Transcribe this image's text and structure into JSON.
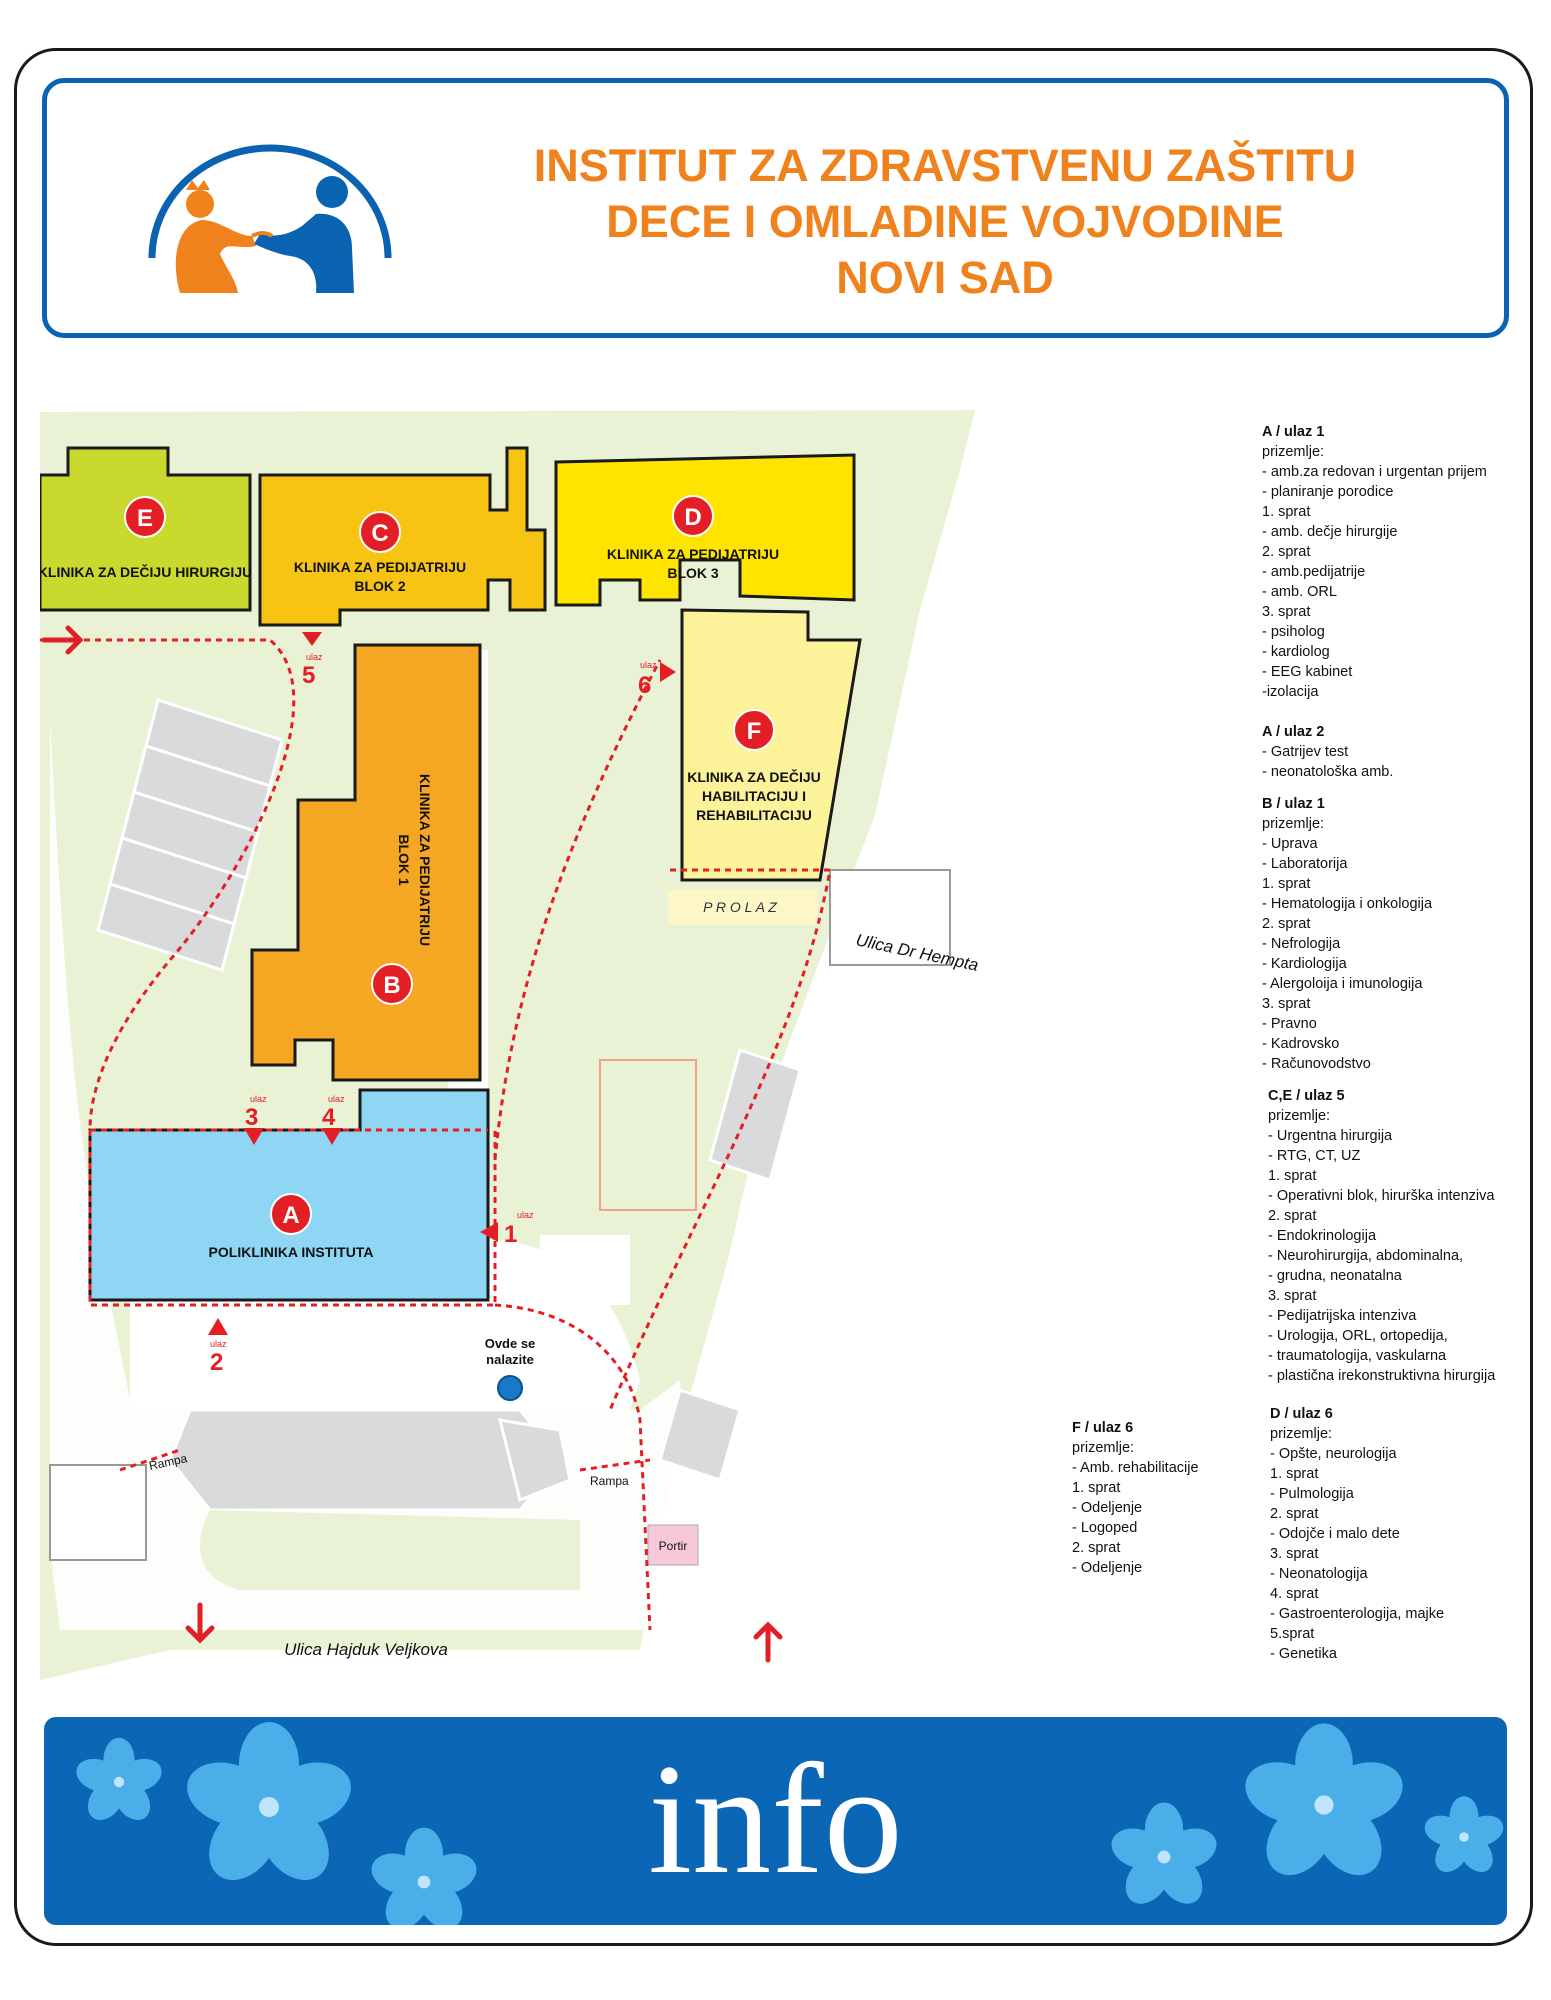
{
  "header": {
    "title_lines": [
      "INSTITUT ZA ZDRAVSTVENU ZAŠTITU",
      "DECE I OMLADINE VOJVODINE",
      "NOVI SAD"
    ]
  },
  "colors": {
    "title_orange": "#f0821e",
    "frame_blue": "#0a63b0",
    "route_red": "#e31e24",
    "building_A": "#8fd6f5",
    "building_B": "#f5a623",
    "building_C": "#f8c414",
    "building_D": "#ffe400",
    "building_E": "#c9d92e",
    "building_F": "#fbf29a",
    "lawn": "#eaf2d6",
    "parking": "#d9dadb",
    "portir_pink": "#f7c8d8"
  },
  "buildings": [
    {
      "letter": "E",
      "name_lines": [
        "KLINIKA ZA DEČIJU HIRURGIJU"
      ]
    },
    {
      "letter": "C",
      "name_lines": [
        "KLINIKA ZA PEDIJATRIJU",
        "BLOK 2"
      ]
    },
    {
      "letter": "D",
      "name_lines": [
        "KLINIKA ZA PEDIJATRIJU",
        "BLOK 3"
      ]
    },
    {
      "letter": "F",
      "name_lines": [
        "KLINIKA ZA DEČIJU",
        "HABILITACIJU I",
        "REHABILITACIJU"
      ]
    },
    {
      "letter": "B",
      "name_lines": [
        "KLINIKA ZA PEDIJATRIJU",
        "BLOK 1"
      ]
    },
    {
      "letter": "A",
      "name_lines": [
        "POLIKLINIKA INSTITUTA"
      ]
    }
  ],
  "entrances": [
    {
      "word": "ulaz",
      "number": "1"
    },
    {
      "word": "ulaz",
      "number": "2"
    },
    {
      "word": "ulaz",
      "number": "3"
    },
    {
      "word": "ulaz",
      "number": "4"
    },
    {
      "word": "ulaz",
      "number": "5"
    },
    {
      "word": "ulaz",
      "number": "6"
    }
  ],
  "map_labels": {
    "prolaz": "P R O L A Z",
    "street_hempta": "Ulica Dr Hempta",
    "street_hajduk": "Ulica Hajduk Veljkova",
    "rampa_left": "Rampa",
    "rampa_right": "Rampa",
    "portir": "Portir",
    "you_are_here": [
      "Ovde se",
      "nalazite"
    ]
  },
  "legend_right": [
    {
      "heading": "A / ulaz 1",
      "lines": [
        "prizemlje:",
        "- amb.za redovan i urgentan prijem",
        "- planiranje porodice",
        "1. sprat",
        "- amb. dečje hirurgije",
        "2. sprat",
        "- amb.pedijatrije",
        "- amb. ORL",
        "3. sprat",
        "- psiholog",
        "- kardiolog",
        "- EEG kabinet",
        "-izolacija"
      ]
    },
    {
      "heading": "A / ulaz 2",
      "lines": [
        "- Gatrijev test",
        "- neonatološka amb."
      ]
    },
    {
      "heading": "B / ulaz 1",
      "lines": [
        "prizemlje:",
        "- Uprava",
        "- Laboratorija",
        "1. sprat",
        "- Hematologija i onkologija",
        "2. sprat",
        "- Nefrologija",
        "- Kardiologija",
        "- Alergoloija i imunologija",
        "3. sprat",
        "- Pravno",
        "- Kadrovsko",
        "- Računovodstvo"
      ]
    },
    {
      "heading": "C,E / ulaz 5",
      "lines": [
        "prizemlje:",
        "- Urgentna hirurgija",
        "- RTG, CT, UZ",
        "1. sprat",
        "- Operativni blok, hirurška intenziva",
        "2. sprat",
        "- Endokrinologija",
        "- Neurohirurgija, abdominalna,",
        "- grudna, neonatalna",
        "3. sprat",
        "- Pedijatrijska intenziva",
        "- Urologija, ORL, ortopedija,",
        "- traumatologija, vaskularna",
        "- plastična irekonstruktivna hirurgija"
      ]
    },
    {
      "heading": "D / ulaz 6",
      "lines": [
        "prizemlje:",
        "- Opšte, neurologija",
        "1. sprat",
        "- Pulmologija",
        "2. sprat",
        "- Odojče i malo dete",
        "3. sprat",
        "- Neonatologija",
        "4. sprat",
        "- Gastroenterologija, majke",
        "5.sprat",
        "- Genetika"
      ]
    }
  ],
  "legend_middle": {
    "heading": "F / ulaz 6",
    "lines": [
      "prizemlje:",
      "- Amb. rehabilitacije",
      "1. sprat",
      "- Odeljenje",
      "- Logoped",
      "2. sprat",
      "- Odeljenje"
    ]
  },
  "footer": {
    "text": "info"
  }
}
